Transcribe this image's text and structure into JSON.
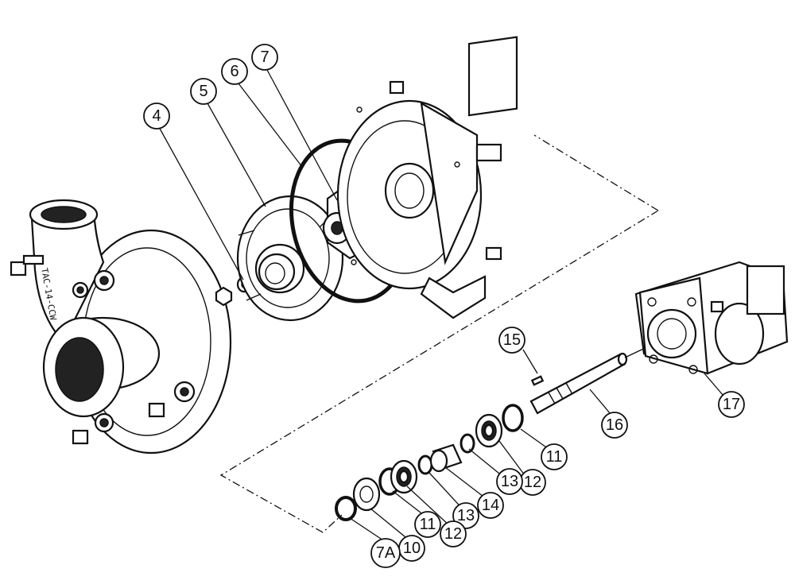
{
  "callouts": [
    {
      "id": "c4",
      "label": "4"
    },
    {
      "id": "c5",
      "label": "5"
    },
    {
      "id": "c6",
      "label": "6"
    },
    {
      "id": "c7",
      "label": "7"
    },
    {
      "id": "c15",
      "label": "15"
    },
    {
      "id": "c16",
      "label": "16"
    },
    {
      "id": "c17",
      "label": "17"
    },
    {
      "id": "c11a",
      "label": "11"
    },
    {
      "id": "c12a",
      "label": "12"
    },
    {
      "id": "c13a",
      "label": "13"
    },
    {
      "id": "c13b",
      "label": "13"
    },
    {
      "id": "c14",
      "label": "14"
    },
    {
      "id": "c11b",
      "label": "11"
    },
    {
      "id": "c12b",
      "label": "12"
    },
    {
      "id": "c10",
      "label": "10"
    },
    {
      "id": "c7a",
      "label": "7A"
    }
  ],
  "casting_stamp": "TAC-14-CCW"
}
